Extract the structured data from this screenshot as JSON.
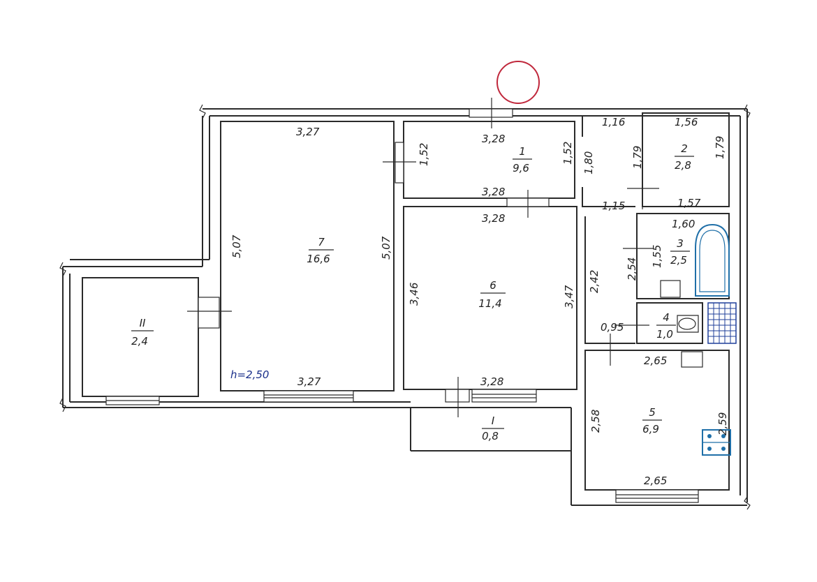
{
  "height_note": "h=2,50",
  "rooms": [
    {
      "number": "1",
      "area": "9,6"
    },
    {
      "number": "2",
      "area": "2,8"
    },
    {
      "number": "3",
      "area": "2,5"
    },
    {
      "number": "4",
      "area": "1,0"
    },
    {
      "number": "5",
      "area": "6,9"
    },
    {
      "number": "6",
      "area": "11,4"
    },
    {
      "number": "7",
      "area": "16,6"
    },
    {
      "number": "II",
      "area": "2,4"
    },
    {
      "number": "I",
      "area": "0,8"
    }
  ],
  "dimensions": [
    "3,27",
    "5,07",
    "5,07",
    "3,27",
    "3,28",
    "1,52",
    "1,52",
    "1,80",
    "3,28",
    "1,16",
    "1,56",
    "1,79",
    "1,79",
    "1,57",
    "1,15",
    "3,28",
    "3,46",
    "3,47",
    "3,28",
    "2,42",
    "1,60",
    "1,55",
    "2,54",
    "0,95",
    "2,65",
    "2,58",
    "2,59",
    "2,65"
  ],
  "colors": {
    "ink": "#2a2a2a",
    "fixture": "#1f6fa8",
    "stamp": "#c0283c",
    "note": "#1a2f8a"
  }
}
